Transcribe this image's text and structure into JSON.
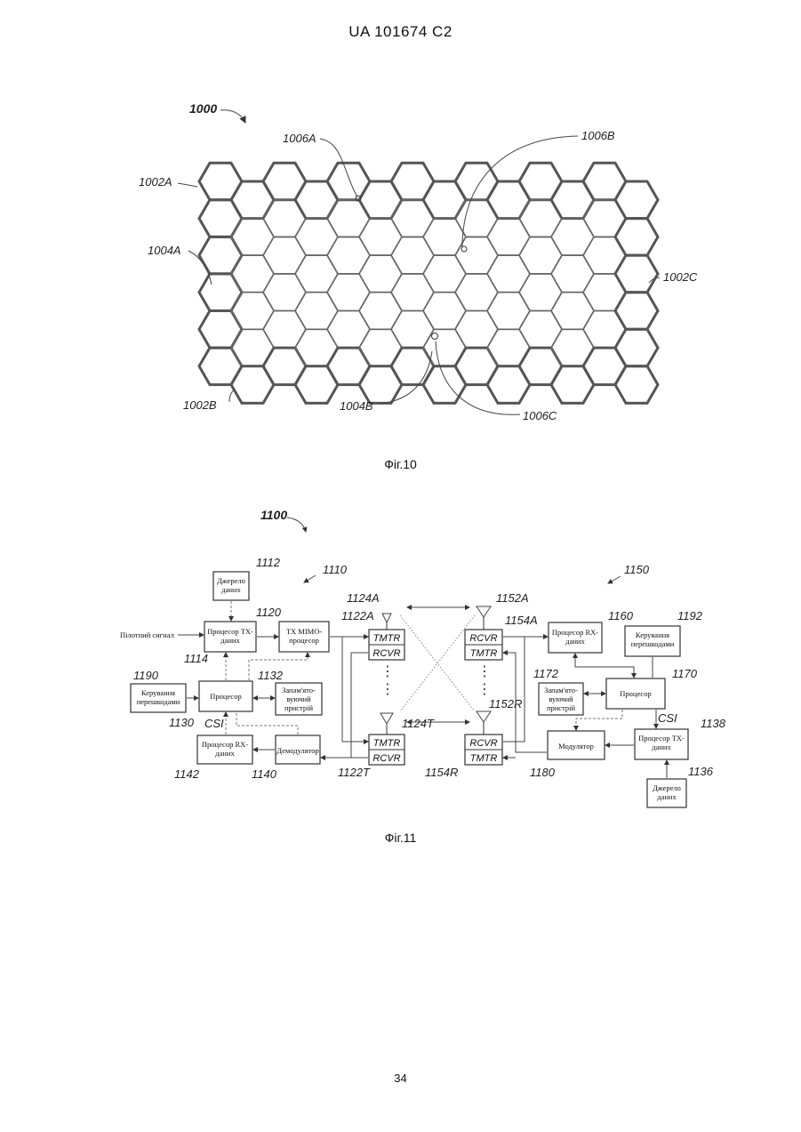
{
  "header": {
    "doc_id": "UA   101674   C2"
  },
  "fig10": {
    "caption": "Фіг.10",
    "ref_main": "1000",
    "labels": {
      "l1006A": "1006A",
      "l1006B": "1006B",
      "l1002A": "1002A",
      "l1004A": "1004A",
      "l1002C": "1002C",
      "l1002B": "1002B",
      "l1004B": "1004B",
      "l1006C": "1006C"
    }
  },
  "fig11": {
    "caption": "Фіг.11",
    "ref_main": "1100",
    "refs": {
      "r1110": "1110",
      "r1150": "1150",
      "r1112": "1112",
      "r1120": "1120",
      "r1124A": "1124A",
      "r1122A": "1122A",
      "r1152A": "1152A",
      "r1154A": "1154A",
      "r1160": "1160",
      "r1192": "1192",
      "r1114": "1114",
      "r1190": "1190",
      "r1132": "1132",
      "r1130": "1130",
      "r1172": "1172",
      "r1170": "1170",
      "r1124T": "1124T",
      "r1152R": "1152R",
      "r1138": "1138",
      "r1142": "1142",
      "r1140": "1140",
      "r1122T": "1122T",
      "r1154R": "1154R",
      "r1180": "1180",
      "r1136": "1136",
      "csi_left": "CSI",
      "csi_right": "CSI"
    },
    "pilot_signal": "Пілотний сигнал",
    "blocks": {
      "data_source_l1": "Джерело",
      "data_source_l2": "даних",
      "tx_proc_l1": "Процесор TX-",
      "tx_proc_l2": "даних",
      "tx_mimo_l1": "TX MIMO-",
      "tx_mimo_l2": "процесор",
      "interf_l1": "Керування",
      "interf_l2": "перешкодами",
      "processor": "Процесор",
      "memory_l1": "Запам'ято-",
      "memory_l2": "вуючий",
      "memory_l3": "пристрій",
      "rx_proc_l1": "Процесор RX-",
      "rx_proc_l2": "даних",
      "demodulator": "Демодулятор",
      "tmtr": "TMTR",
      "rcvr": "RCVR",
      "modulator": "Модулятор",
      "r_rx_proc_l1": "Процесор RX-",
      "r_rx_proc_l2": "даних",
      "r_interf_l1": "Керування",
      "r_interf_l2": "перешкодами",
      "r_memory_l1": "Запам'ято-",
      "r_memory_l2": "вуючий",
      "r_memory_l3": "пристрій",
      "r_processor": "Процесор",
      "r_tx_proc_l1": "Процесор TX-",
      "r_tx_proc_l2": "даних",
      "r_data_source_l1": "Джерело",
      "r_data_source_l2": "даних"
    }
  },
  "page_number": "34"
}
